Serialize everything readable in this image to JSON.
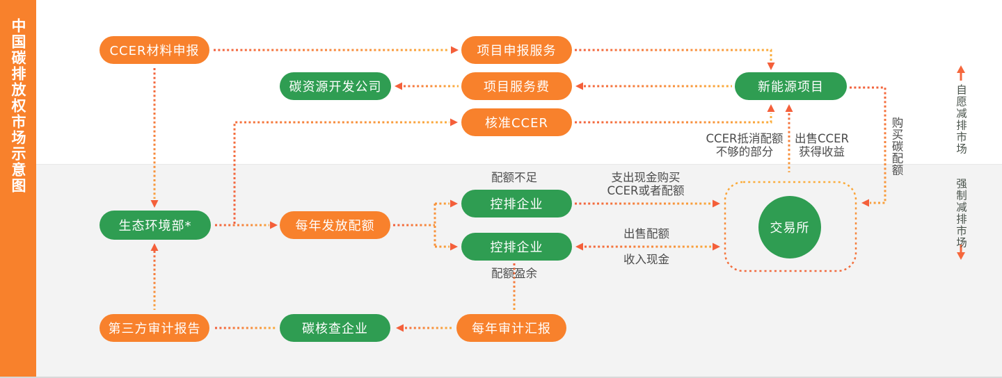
{
  "sidebar": {
    "title": "中国碳排放权市场示意图"
  },
  "markets": {
    "voluntary": "自愿减排市场",
    "mandatory": "强制减排市场"
  },
  "nodes": {
    "ccer_material": {
      "label": "CCER材料申报",
      "color": "orange"
    },
    "project_declare": {
      "label": "项目申报服务",
      "color": "orange"
    },
    "carbon_dev_company": {
      "label": "碳资源开发公司",
      "color": "green"
    },
    "project_fee": {
      "label": "项目服务费",
      "color": "orange"
    },
    "approved_ccer": {
      "label": "核准CCER",
      "color": "orange"
    },
    "new_energy": {
      "label": "新能源项目",
      "color": "green"
    },
    "ministry": {
      "label": "生态环境部*",
      "color": "green"
    },
    "annual_quota": {
      "label": "每年发放配额",
      "color": "orange"
    },
    "controlled_a": {
      "label": "控排企业",
      "color": "green"
    },
    "controlled_b": {
      "label": "控排企业",
      "color": "green"
    },
    "exchange": {
      "label": "交易所",
      "color": "green"
    },
    "third_party_report": {
      "label": "第三方审计报告",
      "color": "orange"
    },
    "carbon_verifier": {
      "label": "碳核查企业",
      "color": "green"
    },
    "annual_audit": {
      "label": "每年审计汇报",
      "color": "orange"
    }
  },
  "edge_labels": {
    "quota_shortage": "配额不足",
    "pay_cash": "支出现金购买\nCCER或者配额",
    "sell_quota": "出售配额",
    "income_cash": "收入现金",
    "quota_surplus": "配额盈余",
    "ccer_offset": "CCER抵消配额\n不够的部分",
    "sell_ccer": "出售CCER\n获得收益",
    "buy_quota": "购买碳配额"
  },
  "colors": {
    "orange": "#F8812C",
    "green": "#2F9D52",
    "line_start": "#F2603C",
    "line_end": "#FBAD3B",
    "arrowhead": "#F45F3A",
    "label_text": "#4B4B4B",
    "bottom_zone_bg": "#F3F3F3"
  }
}
